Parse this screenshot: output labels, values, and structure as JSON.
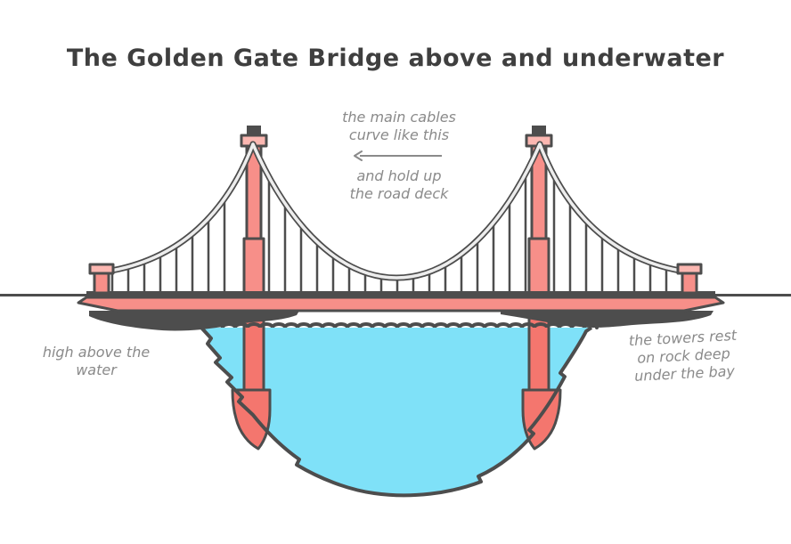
{
  "title": "The Golden Gate Bridge above and underwater",
  "annotations": {
    "center": {
      "line1": "the main cables",
      "line2": "curve like this",
      "arrow_icon": "arrow-left",
      "line3": "and hold up",
      "line4": "the road deck"
    },
    "left": {
      "line1": "high above the",
      "line2": "water"
    },
    "right": {
      "line1": "the towers rest",
      "line2": "on rock deep",
      "line3": "under the bay"
    }
  },
  "colors": {
    "pink": "#F78F89",
    "pink_light": "#FBB7B1",
    "salmon_deep": "#F4766E",
    "water": "#7FE1F8",
    "outline": "#4D4D4D",
    "note_gray": "#8A8A8A",
    "title_gray": "#3F3F3F"
  }
}
